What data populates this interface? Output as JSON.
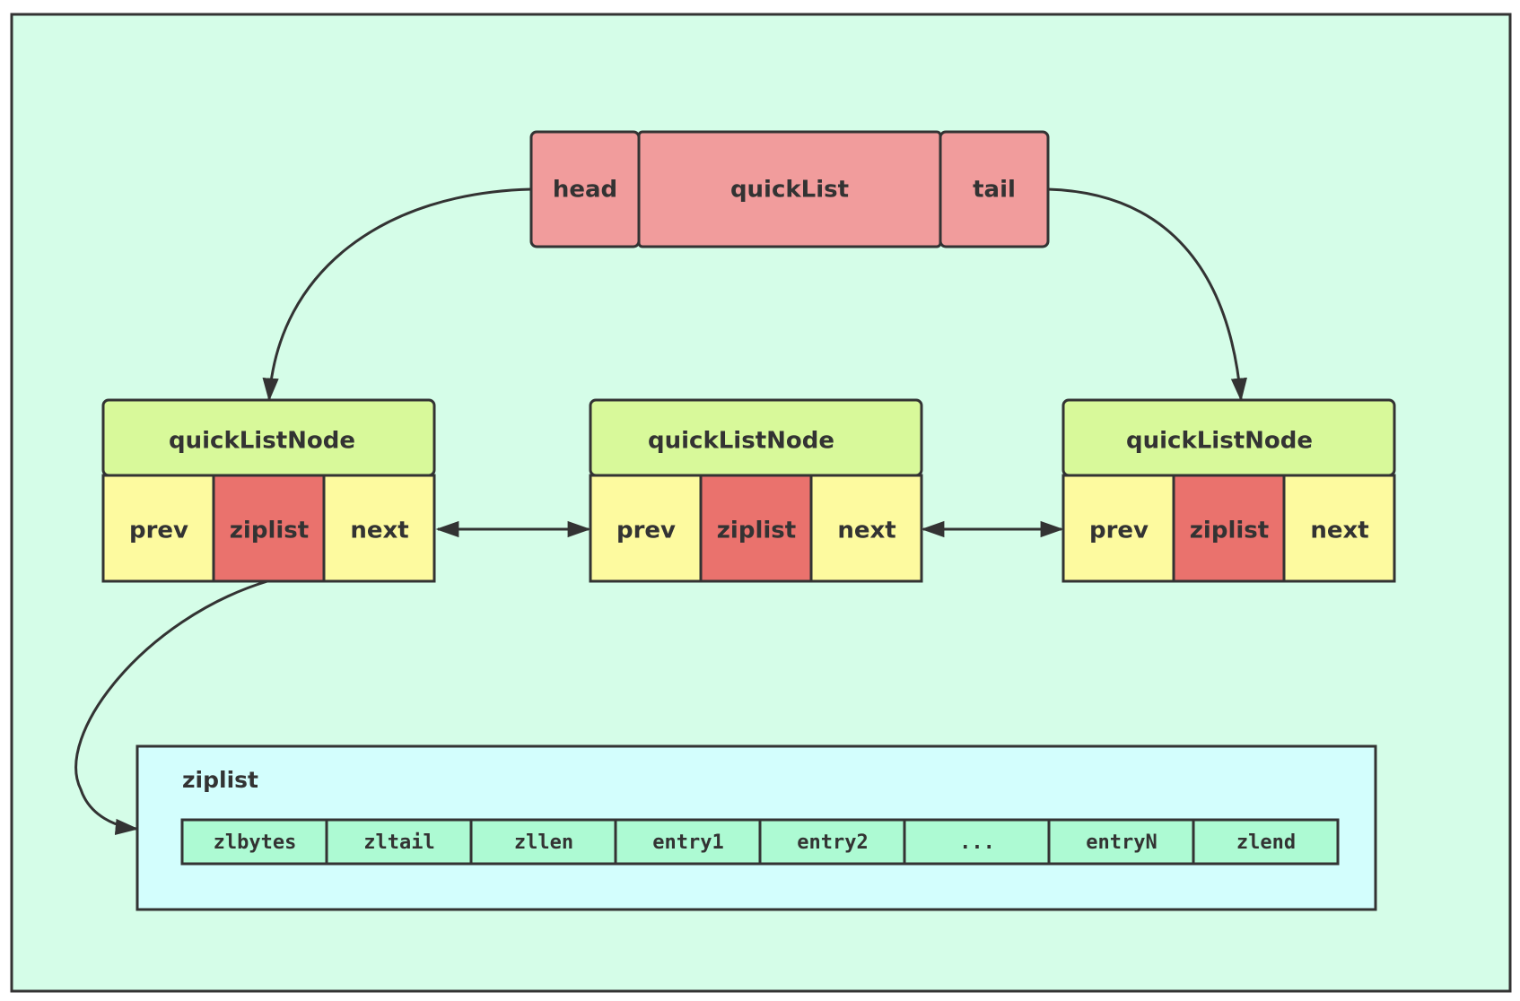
{
  "colors": {
    "background": "#d5fde8",
    "quicklist_fill": "#f19c9c",
    "node_header_fill": "#d8f99a",
    "node_field_fill": "#fdfa9f",
    "node_ziplist_fill": "#ea726d",
    "ziplist_panel_fill": "#d3fefd",
    "ziplist_cell_fill": "#adfad3",
    "stroke": "#333333"
  },
  "quicklist": {
    "head_label": "head",
    "title": "quickList",
    "tail_label": "tail"
  },
  "nodes": [
    {
      "title": "quickListNode",
      "prev_label": "prev",
      "ziplist_label": "ziplist",
      "next_label": "next"
    },
    {
      "title": "quickListNode",
      "prev_label": "prev",
      "ziplist_label": "ziplist",
      "next_label": "next"
    },
    {
      "title": "quickListNode",
      "prev_label": "prev",
      "ziplist_label": "ziplist",
      "next_label": "next"
    }
  ],
  "ziplist": {
    "title": "ziplist",
    "cells": [
      "zlbytes",
      "zltail",
      "zllen",
      "entry1",
      "entry2",
      "...",
      "entryN",
      "zlend"
    ]
  }
}
